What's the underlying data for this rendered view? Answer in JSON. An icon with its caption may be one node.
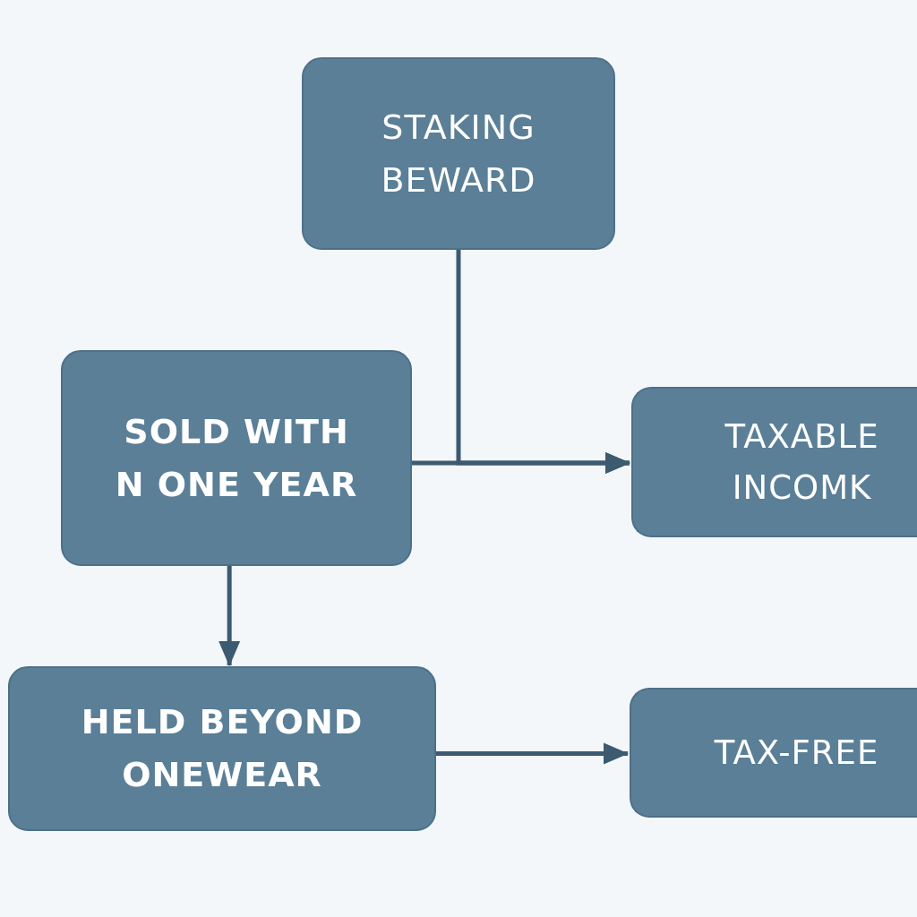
{
  "diagram": {
    "nodes": [
      {
        "text": [
          "STAKING BEWARD"
        ]
      },
      {
        "text": [
          "SOLD WITH N ONE YEAR"
        ]
      },
      {
        "text": [
          "TAXABLE INCOMK"
        ]
      },
      {
        "text": [
          "HELD BEYOND ONEWEAR"
        ]
      },
      {
        "text": [
          "TAX-FREE"
        ]
      }
    ],
    "edges": [
      {
        "from": 0,
        "to": 2,
        "arrow": "to"
      },
      {
        "from": 1,
        "to": 2,
        "arrow": "to"
      },
      {
        "from": 1,
        "to": 3,
        "arrow": "to"
      },
      {
        "from": 3,
        "to": 4,
        "arrow": "to"
      }
    ]
  }
}
